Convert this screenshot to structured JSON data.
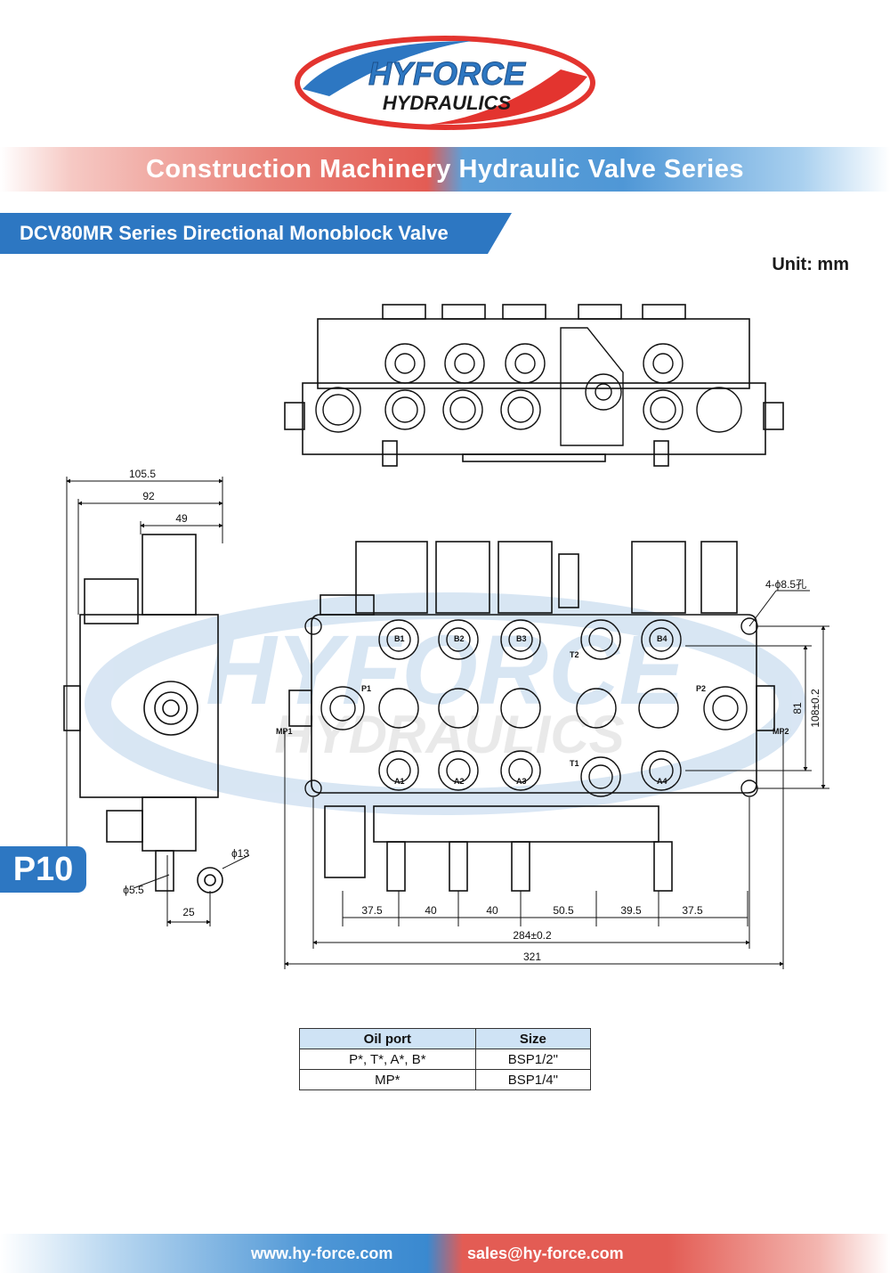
{
  "brand": {
    "name_line1": "HYFORCE",
    "name_line2": "HYDRAULICS",
    "colors": {
      "blue": "#2d77c2",
      "red": "#e3342f"
    }
  },
  "series_title": "Construction Machinery Hydraulic Valve Series",
  "product_title": "DCV80MR Series Directional Monoblock Valve",
  "unit_label": "Unit: mm",
  "model_badge": "P10",
  "drawing": {
    "side_view_dims": {
      "d105_5": "105.5",
      "d92": "92",
      "d49": "49",
      "d25": "25",
      "phi5_5": "ϕ5.5",
      "phi13": "ϕ13"
    },
    "front_view_dims": {
      "spacings": [
        "37.5",
        "40",
        "40",
        "50.5",
        "39.5",
        "37.5"
      ],
      "overall_284": "284±0.2",
      "overall_321": "321",
      "height_108": "108±0.2",
      "height_81": "81",
      "mount_holes": "4-ϕ8.5孔"
    },
    "port_labels": {
      "p1": "P1",
      "p2": "P2",
      "t1": "T1",
      "t2": "T2",
      "mp1": "MP1",
      "mp2": "MP2",
      "b_ports": [
        "B1",
        "B2",
        "B3",
        "B4"
      ],
      "a_ports": [
        "A1",
        "A2",
        "A3",
        "A4"
      ]
    }
  },
  "port_table": {
    "headers": [
      "Oil port",
      "Size"
    ],
    "rows": [
      [
        "P*, T*, A*, B*",
        "BSP1/2\""
      ],
      [
        "MP*",
        "BSP1/4\""
      ]
    ]
  },
  "footer": {
    "website": "www.hy-force.com",
    "email": "sales@hy-force.com"
  }
}
